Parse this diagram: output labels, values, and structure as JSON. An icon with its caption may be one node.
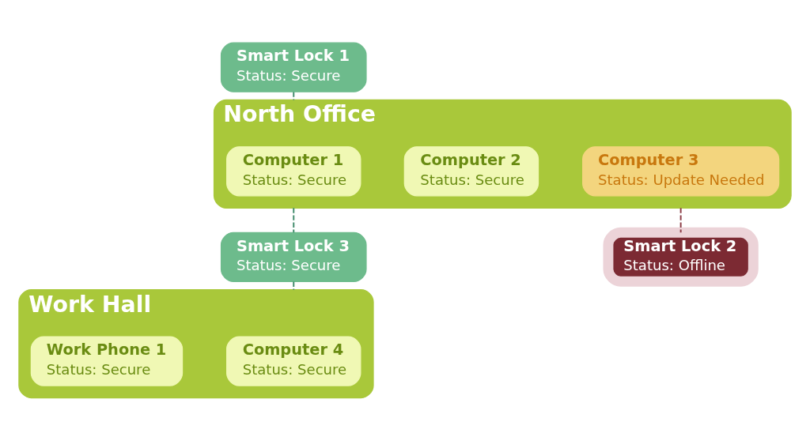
{
  "diagram": {
    "nodes": [
      {
        "text": [
          "Smart Lock 1",
          "Status: Secure"
        ]
      },
      {
        "text": [
          "North Office"
        ]
      },
      {
        "text": [
          "Computer 1",
          "Status: Secure"
        ],
        "in": 1
      },
      {
        "text": [
          "Computer 2",
          "Status: Secure"
        ],
        "in": 1
      },
      {
        "text": [
          "Computer 3",
          "Status: Update Needed"
        ],
        "in": 1
      },
      {
        "text": [
          "Smart Lock 3",
          "Status: Secure"
        ]
      },
      {
        "text": [
          "Work Hall"
        ]
      },
      {
        "text": [
          "Computer 4",
          "Status: Secure"
        ],
        "in": 6
      },
      {
        "text": [
          "Work Phone 1",
          "Status: Secure"
        ],
        "in": 6
      },
      {
        "text": [
          "Smart Lock 2",
          "Status: Offline"
        ]
      }
    ],
    "edges": [
      {
        "from": 0,
        "to": 1,
        "arrow": "none",
        "style": "dashed"
      },
      {
        "from": 1,
        "to": 5,
        "arrow": "none",
        "style": "dashed"
      },
      {
        "from": 5,
        "to": 6,
        "arrow": "none",
        "style": "dashed"
      },
      {
        "from": 1,
        "to": 9,
        "arrow": "none",
        "style": "dashed",
        "color": "#8a3a44"
      }
    ]
  }
}
